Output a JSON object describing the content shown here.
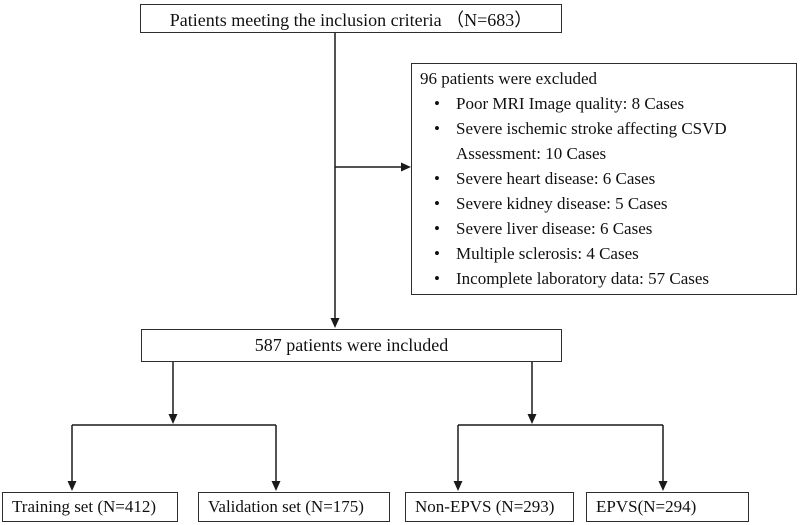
{
  "flowchart": {
    "top_box": {
      "label": "Patients meeting the inclusion criteria （N=683）"
    },
    "exclusion_box": {
      "title": "96 patients were excluded",
      "items": [
        "Poor MRI Image quality: 8 Cases",
        "Severe ischemic stroke affecting CSVD Assessment: 10 Cases",
        "Severe heart disease: 6 Cases",
        "Severe kidney disease: 5 Cases",
        "Severe liver disease: 6 Cases",
        "Multiple sclerosis: 4 Cases",
        "Incomplete laboratory data: 57 Cases"
      ]
    },
    "included_box": {
      "label": "587 patients were included"
    },
    "training_box": {
      "label": "Training set (N=412)"
    },
    "validation_box": {
      "label": "Validation set (N=175)"
    },
    "nonepvs_box": {
      "label": "Non-EPVS (N=293)"
    },
    "epvs_box": {
      "label": "EPVS(N=294)"
    }
  },
  "colors": {
    "background": "#ffffff",
    "border": "#2e2e2e",
    "line": "#1a1a1a",
    "text": "#111111"
  }
}
